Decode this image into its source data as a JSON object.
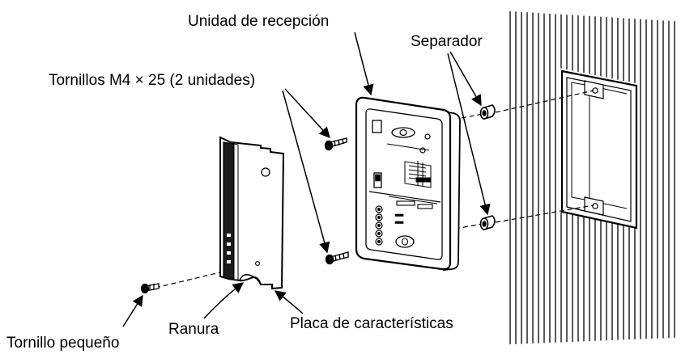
{
  "labels": {
    "receiver_unit": "Unidad de recepción",
    "spacer": "Separador",
    "screws": "Tornillos M4 × 25 (2 unidades)",
    "small_screw": "Tornillo pequeño",
    "slot": "Ranura",
    "nameplate": "Placa de características"
  },
  "colors": {
    "line": "#000000",
    "background": "#ffffff",
    "dark_strip": "#1a1a1a"
  }
}
